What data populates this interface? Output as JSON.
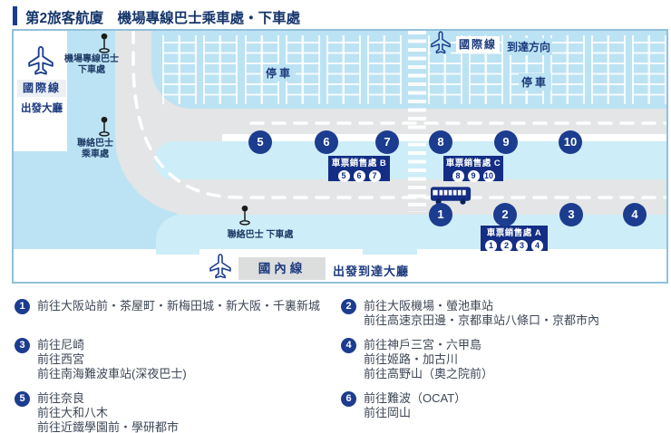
{
  "title": {
    "text": "第2旅客航廈　機場專線巴士乘車處・下車處"
  },
  "colors": {
    "navy": "#1c3c8f",
    "navy_box": "#132e84",
    "light_blue": "#bce3f3",
    "island_blue": "#cdedf8",
    "road_gray": "#e3e5e6",
    "map_border": "#92c0da"
  },
  "map": {
    "intl_left": {
      "label": "國際線",
      "sub": "出發大廳"
    },
    "intl_right": {
      "label": "國際線",
      "direction": "到達方向"
    },
    "domestic": {
      "label": "國內線",
      "sub": "出發到達大廳"
    },
    "parking_labels": [
      "停車",
      "停車"
    ],
    "markers": {
      "m1": [
        "機場專線巴士",
        "下車處"
      ],
      "m2": [
        "聯絡巴士",
        "乘車處"
      ],
      "m3": "聯絡巴士 下車處"
    },
    "stops_top": [
      "5",
      "6",
      "7",
      "8",
      "9",
      "10"
    ],
    "stops_bottom": [
      "1",
      "2",
      "3",
      "4"
    ],
    "ticket_offices": [
      {
        "name": "車票銷售處 B",
        "stops": [
          "5",
          "6",
          "7"
        ]
      },
      {
        "name": "車票銷售處 C",
        "stops": [
          "8",
          "9",
          "10"
        ]
      },
      {
        "name": "車票銷售處 A",
        "stops": [
          "1",
          "2",
          "3",
          "4"
        ]
      }
    ]
  },
  "legend": {
    "items": [
      {
        "num": "1",
        "lines": [
          "前往大阪站前・茶屋町・新梅田城・新大阪・千裏新城"
        ]
      },
      {
        "num": "2",
        "lines": [
          "前往大阪機場・螢池車站",
          "前往高速京田邊・京都車站八條口・京都市內"
        ]
      },
      {
        "num": "3",
        "lines": [
          "前往尼崎",
          "前往西宮",
          "前往南海難波車站(深夜巴士)"
        ]
      },
      {
        "num": "4",
        "lines": [
          "前往神戶三宮・六甲島",
          "前往姬路・加古川",
          "前往高野山（奧之院前）"
        ]
      },
      {
        "num": "5",
        "lines": [
          "前往奈良",
          "前往大和八木",
          "前往近鐵學園前・學研都市"
        ]
      },
      {
        "num": "6",
        "lines": [
          "前往難波（OCAT）",
          "前往岡山"
        ]
      }
    ]
  }
}
